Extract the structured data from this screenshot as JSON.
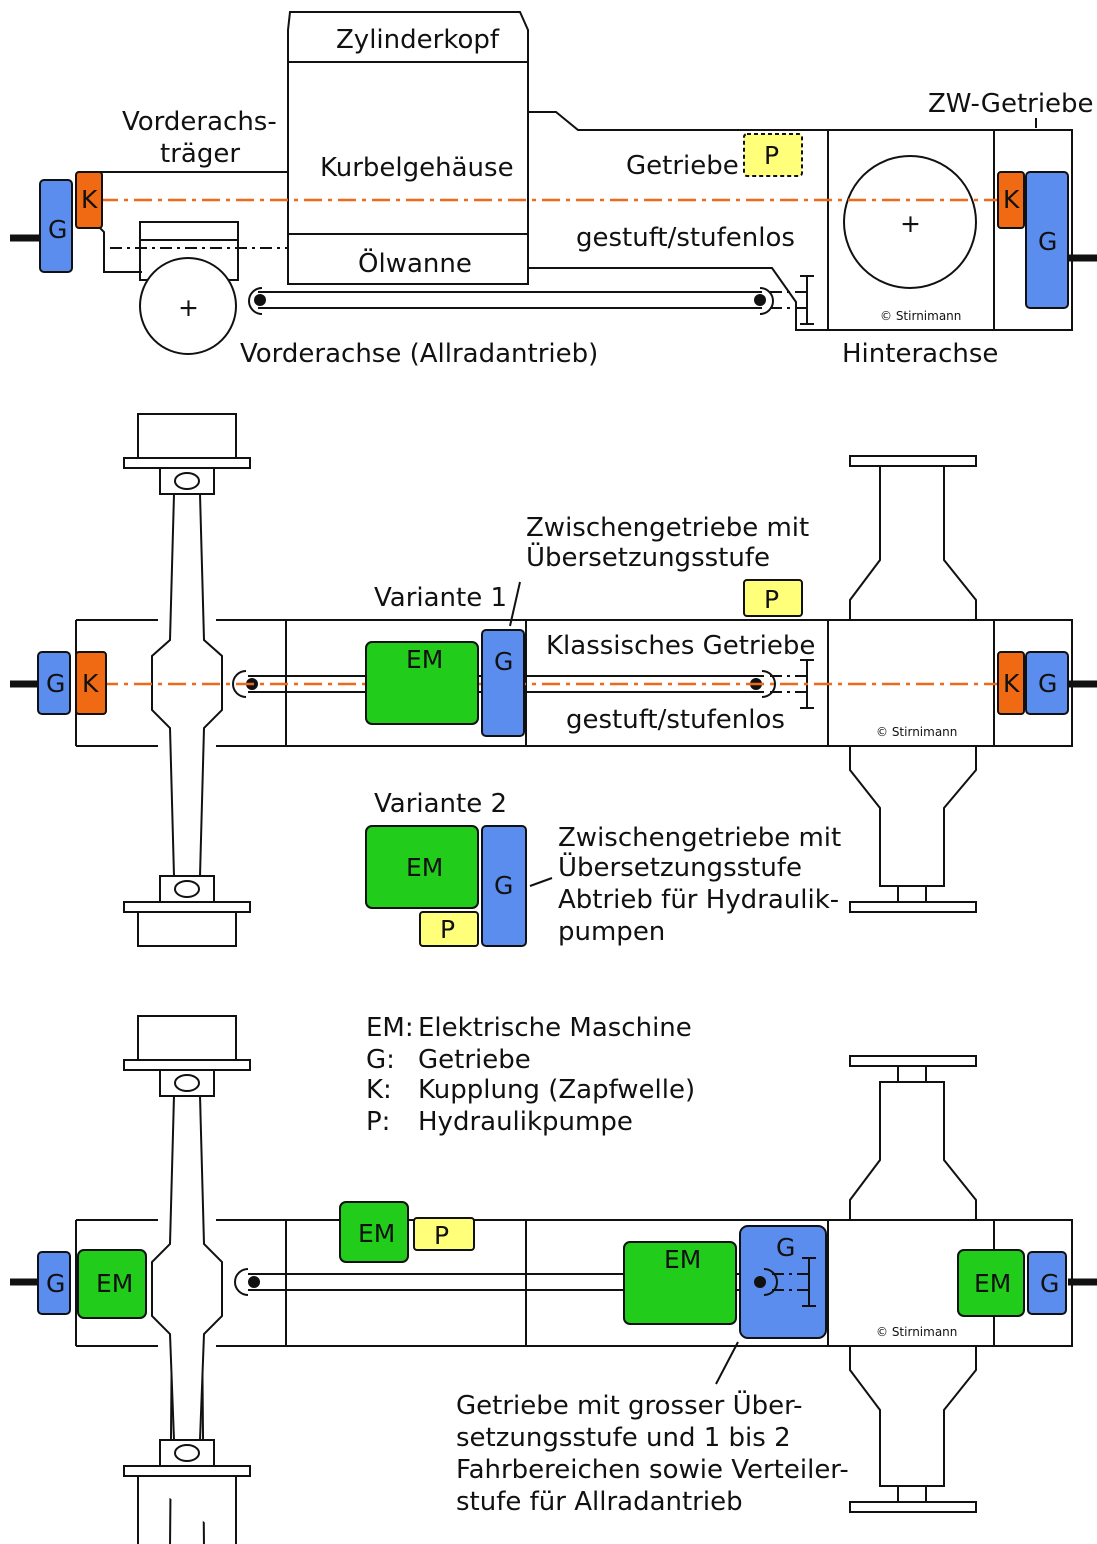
{
  "colors": {
    "getriebe": "#5b8def",
    "kupplung": "#ef6a12",
    "em": "#22cc1a",
    "pumpe": "#ffff7a",
    "axis": "#ee6a1a"
  },
  "top": {
    "zylinderkopf": "Zylinderkopf",
    "kurbelgehaeuse": "Kurbelgehäuse",
    "oelwanne": "Ölwanne",
    "vorderachstraeger_1": "Vorderachs-",
    "vorderachstraeger_2": "träger",
    "getriebe": "Getriebe",
    "gestuft": "gestuft/stufenlos",
    "zw_getriebe": "ZW-Getriebe",
    "vorderachse": "Vorderachse (Allradantrieb)",
    "hinterachse": "Hinterachse",
    "copyright": "© Stirnimann",
    "g": "G",
    "k": "K",
    "p": "P"
  },
  "middle": {
    "zwischen_1": "Zwischengetriebe mit",
    "zwischen_2": "Übersetzungsstufe",
    "variante1": "Variante 1",
    "klassisch": "Klassisches Getriebe",
    "gestuft": "gestuft/stufenlos",
    "copyright": "© Stirnimann",
    "variante2": "Variante 2",
    "v2_line1": "Zwischengetriebe mit",
    "v2_line2": "Übersetzungsstufe",
    "v2_line3": "Abtrieb für Hydraulik-",
    "v2_line4": "pumpen",
    "em": "EM",
    "g": "G",
    "k": "K",
    "p": "P"
  },
  "legend": [
    {
      "abbr": "EM:",
      "text": "Elektrische Maschine"
    },
    {
      "abbr": "G:",
      "text": "Getriebe"
    },
    {
      "abbr": "K:",
      "text": "Kupplung (Zapfwelle)"
    },
    {
      "abbr": "P:",
      "text": "Hydraulikpumpe"
    }
  ],
  "bottom": {
    "copyright": "© Stirnimann",
    "note_1": "Getriebe mit grosser Über-",
    "note_2": "setzungsstufe und 1 bis 2",
    "note_3": "Fahrbereichen sowie Verteiler-",
    "note_4": "stufe für Allradantrieb",
    "em": "EM",
    "g": "G",
    "p": "P"
  }
}
